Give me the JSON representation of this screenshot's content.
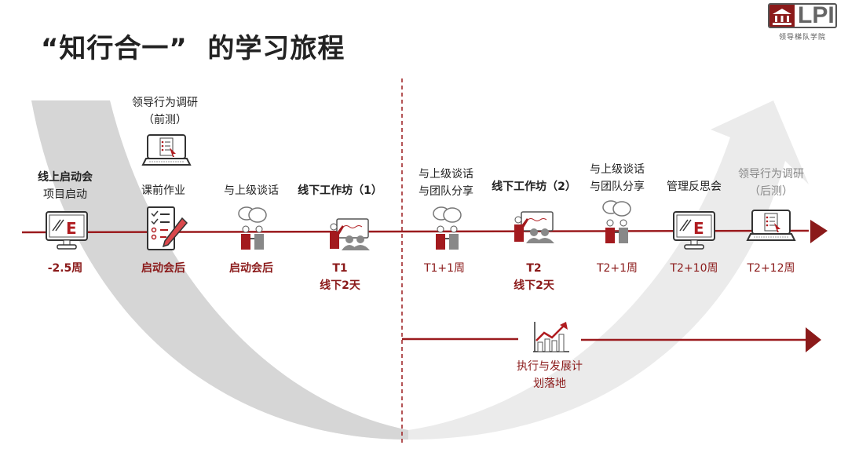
{
  "title": "“知行合一”  的学习旅程",
  "logo": {
    "mark": "LPI",
    "subtitle": "领导梯队学院"
  },
  "colors": {
    "accent": "#8b1a1a",
    "timeline": "#9b1b1e",
    "swoosh": "#d9d9d9"
  },
  "timeline": [
    {
      "top": [
        "线上启动会",
        "项目启动"
      ],
      "icon": "monitor-e-icon",
      "bottom": [
        "-2.5周"
      ]
    },
    {
      "pre": [
        "领导行为调研",
        "（前测）"
      ],
      "pre_icon": "laptop-survey-icon",
      "top": [
        "课前作业"
      ],
      "icon": "checklist-pencil-icon",
      "bottom": [
        "启动会后"
      ]
    },
    {
      "top": [
        "与上级谈话"
      ],
      "icon": "conversation-icon",
      "bottom": [
        "启动会后"
      ]
    },
    {
      "top": [
        "线下工作坊（1）"
      ],
      "icon": "workshop-icon",
      "bottom": [
        "T1",
        "线下2天"
      ]
    },
    {
      "top": [
        "与上级谈话",
        "与团队分享"
      ],
      "icon": "conversation-icon",
      "bottom": [
        "T1+1周"
      ]
    },
    {
      "top": [
        "线下工作坊（2）"
      ],
      "icon": "workshop-icon",
      "bottom": [
        "T2",
        "线下2天"
      ]
    },
    {
      "top": [
        "与上级谈话",
        "与团队分享"
      ],
      "icon": "conversation-icon",
      "bottom": [
        "T2+1周"
      ]
    },
    {
      "top": [
        "管理反思会"
      ],
      "icon": "monitor-e-icon",
      "bottom": [
        "T2+10周"
      ]
    },
    {
      "top": [
        "领导行为调研",
        "（后测）"
      ],
      "icon": "laptop-survey-icon",
      "bottom": [
        "T2+12周"
      ]
    }
  ],
  "execution": {
    "label_line1": "执行与发展计",
    "label_line2": "划落地",
    "icon": "growth-chart-icon"
  }
}
